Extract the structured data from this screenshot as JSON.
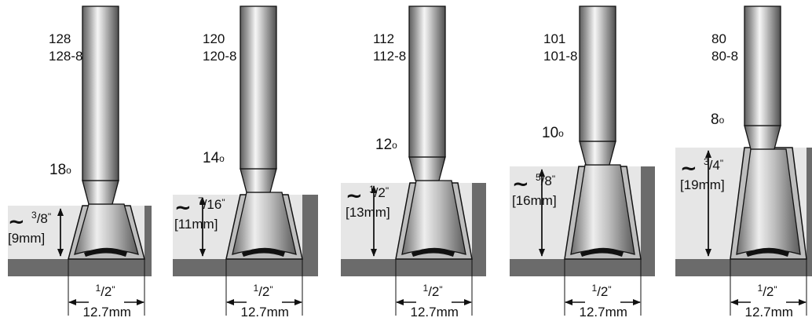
{
  "bits": [
    {
      "model": "128",
      "model_alt": "128-8",
      "angle": "18",
      "depth_num": "3",
      "depth_den": "8",
      "depth_mm": "[9mm]",
      "width_num": "1",
      "width_den": "2",
      "width_mm": "12.7mm"
    },
    {
      "model": "120",
      "model_alt": "120-8",
      "angle": "14",
      "depth_num": "7",
      "depth_den": "16",
      "depth_mm": "[11mm]",
      "width_num": "1",
      "width_den": "2",
      "width_mm": "12.7mm"
    },
    {
      "model": "112",
      "model_alt": "112-8",
      "angle": "12",
      "depth_num": "1",
      "depth_den": "2",
      "depth_mm": "[13mm]",
      "width_num": "1",
      "width_den": "2",
      "width_mm": "12.7mm"
    },
    {
      "model": "101",
      "model_alt": "101-8",
      "angle": "10",
      "depth_num": "5",
      "depth_den": "8",
      "depth_mm": "[16mm]",
      "width_num": "1",
      "width_den": "2",
      "width_mm": "12.7mm"
    },
    {
      "model": "80",
      "model_alt": "80-8",
      "angle": "8",
      "depth_num": "3",
      "depth_den": "4",
      "depth_mm": "[19mm]",
      "width_num": "1",
      "width_den": "2",
      "width_mm": "12.7mm"
    }
  ],
  "symbols": {
    "approx": "~",
    "degree": "o",
    "inch": "\""
  },
  "colors": {
    "wood_light": "#e6e6e6",
    "wood_dark": "#6b6b6b",
    "steel_light": "#f4f4f4",
    "steel_dark": "#5a5a5a",
    "ink": "#111111"
  }
}
